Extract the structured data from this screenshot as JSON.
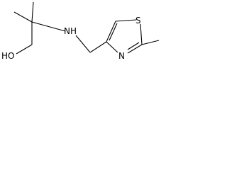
{
  "molecule": {
    "atoms": {
      "amine": "NH",
      "hydroxyl": "HO",
      "sulfur": "S",
      "ring_nitrogen": "N"
    }
  },
  "colors": {
    "background": "#ffffff",
    "ink": "#000000"
  }
}
